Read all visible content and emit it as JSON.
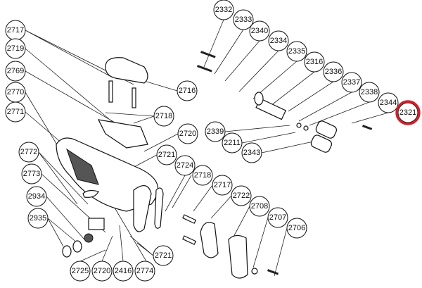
{
  "diagram": {
    "highlight_color": "#d0202a",
    "highlighted_part": "2321",
    "labels": {
      "p2332": "2332",
      "p2333": "2333",
      "p2340": "2340",
      "p2334": "2334",
      "p2335": "2335",
      "p2316": "2316",
      "p2336": "2336",
      "p2337": "2337",
      "p2338": "2338",
      "p2344": "2344",
      "p2321": "2321",
      "p2339": "2339",
      "p2211": "2211",
      "p2343": "2343",
      "p2717a": "2717",
      "p2719": "2719",
      "p2769": "2769",
      "p2770": "2770",
      "p2771": "2771",
      "p2772": "2772",
      "p2773": "2773",
      "p2934": "2934",
      "p2935": "2935",
      "p2716": "2716",
      "p2718a": "2718",
      "p2720a": "2720",
      "p2721a": "2721",
      "p2724": "2724",
      "p2718b": "2718",
      "p2717b": "2717",
      "p2722": "2722",
      "p2708": "2708",
      "p2707": "2707",
      "p2706": "2706",
      "p2725": "2725",
      "p2720b": "2720",
      "p2416": "2416",
      "p2774": "2774",
      "p2721b": "2721"
    }
  }
}
